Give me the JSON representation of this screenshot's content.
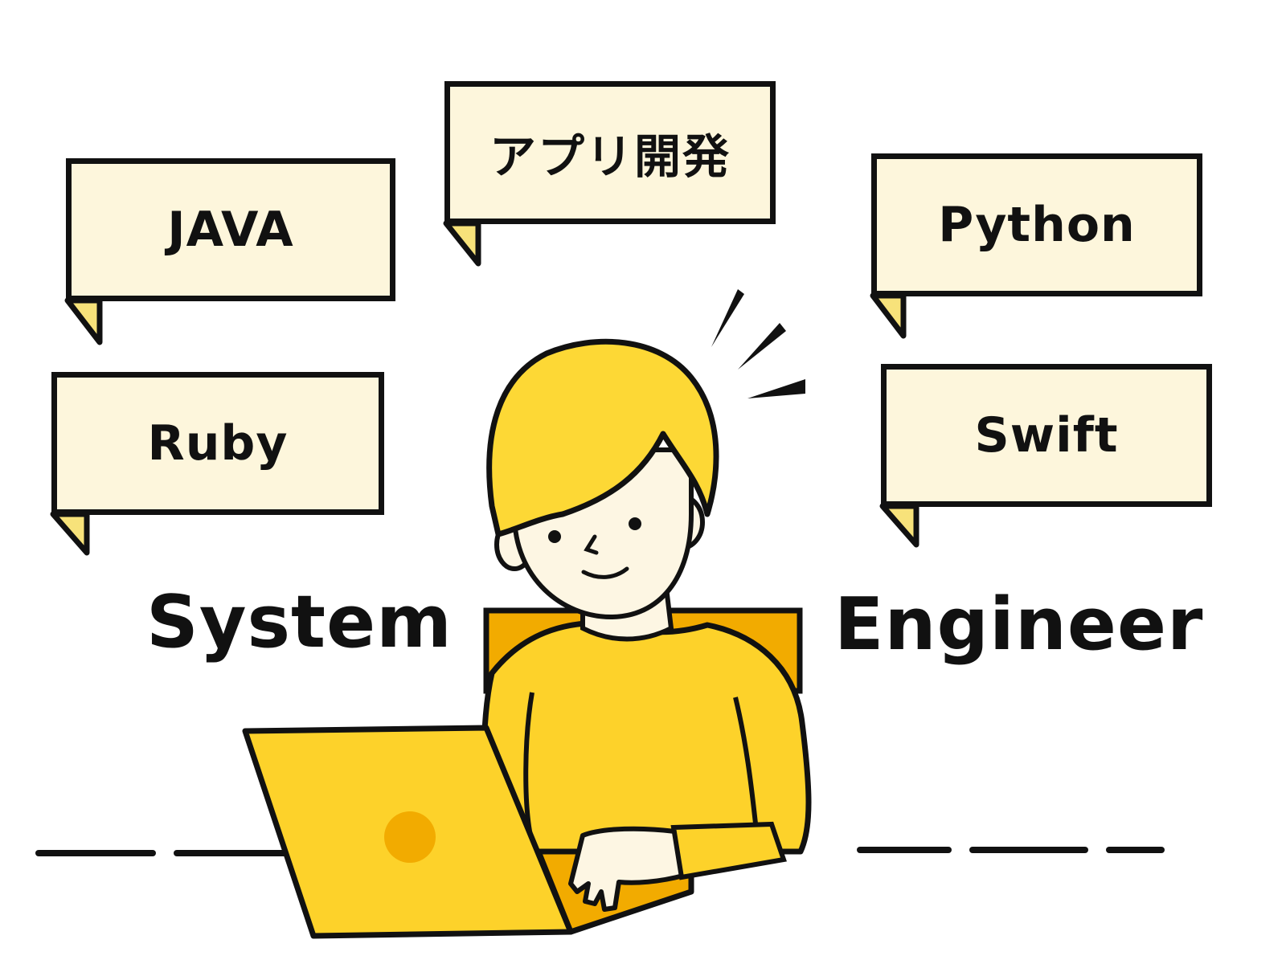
{
  "bubbles": {
    "java": "JAVA",
    "app_dev": "アプリ開発",
    "python": "Python",
    "ruby": "Ruby",
    "swift": "Swift"
  },
  "title": {
    "word1": "System",
    "word2": "Engineer"
  },
  "colors": {
    "bubble_fill": "#fdf6dc",
    "tail_fill": "#f7e27a",
    "hair": "#fdd835",
    "shirt": "#fdd22a",
    "chair": "#f2ab00",
    "laptop": "#fdd22a",
    "laptop_logo": "#f2ab00",
    "skin": "#fdf6e3",
    "outline": "#111111"
  }
}
